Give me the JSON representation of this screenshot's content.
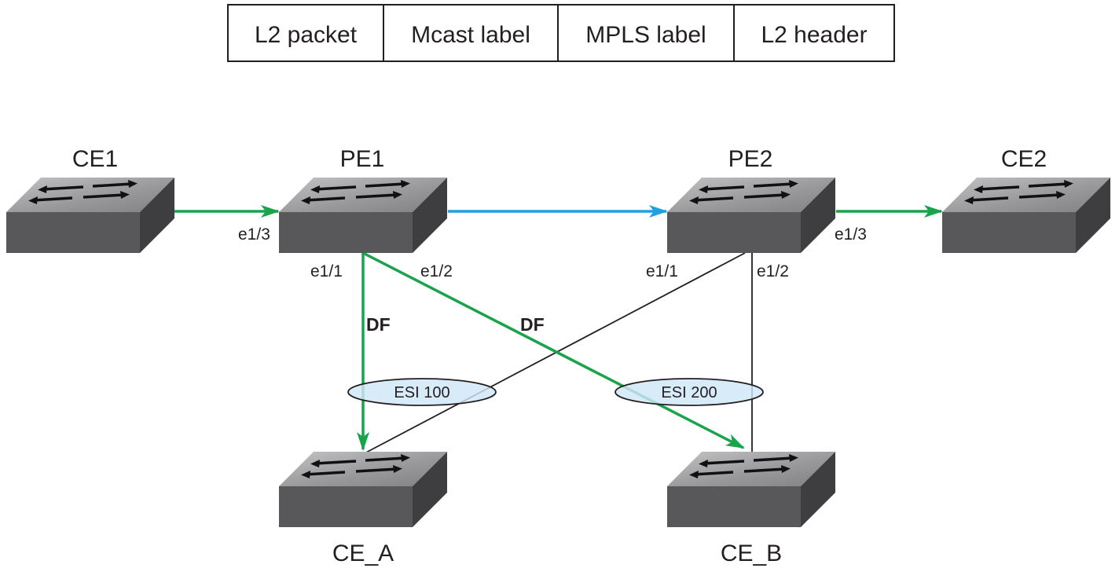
{
  "colors": {
    "green": "#19a34a",
    "blue": "#1fa0e0",
    "dark": "#231f20",
    "esi_fill": "#cfe7f7"
  },
  "packet_header": {
    "fields": [
      {
        "label": "L2 packet",
        "color": "#231f20"
      },
      {
        "label": "Mcast label",
        "color": "#1fa0e0"
      },
      {
        "label": "MPLS label",
        "color": "#231f20"
      },
      {
        "label": "L2 header",
        "color": "#231f20"
      }
    ]
  },
  "nodes": {
    "ce1": {
      "label": "CE1",
      "color": "#19a34a"
    },
    "pe1": {
      "label": "PE1",
      "color": "#231f20"
    },
    "pe2": {
      "label": "PE2",
      "color": "#231f20"
    },
    "ce2": {
      "label": "CE2",
      "color": "#231f20"
    },
    "ce_a": {
      "label": "CE_A",
      "color": "#231f20"
    },
    "ce_b": {
      "label": "CE_B",
      "color": "#231f20"
    }
  },
  "ports": {
    "pe1_e13": "e1/3",
    "pe1_e11": "e1/1",
    "pe1_e12": "e1/2",
    "pe2_e11": "e1/1",
    "pe2_e12": "e1/2",
    "pe2_e13": "e1/3"
  },
  "df_labels": {
    "left": "DF",
    "right": "DF"
  },
  "esi": {
    "esi100": "ESI 100",
    "esi200": "ESI 200"
  }
}
